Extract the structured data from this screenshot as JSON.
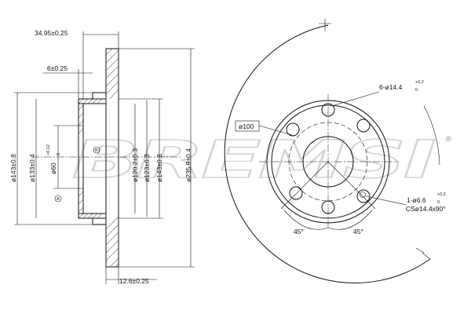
{
  "watermark": {
    "text": "BREMSI",
    "registered_mark": "®"
  },
  "side_view": {
    "overall_depth": "34.95±0.25",
    "hat_thickness": "6±0.25",
    "disc_thickness": "12.6±0.25",
    "diameters": {
      "outer_left": "ø143±0.8",
      "inner_133": "ø133±0.4",
      "center_bore": "ø60",
      "center_bore_tol_upper": "+0.12",
      "center_bore_tol_lower": "0",
      "hub_120": "ø120.2±0.3",
      "ring_123": "ø123±0.3",
      "hat_143": "ø143±0.8",
      "outer": "ø235.9±0.4"
    },
    "datum_a": "A",
    "datum_b": "B"
  },
  "front_view": {
    "pcd_label": "ø100",
    "holes_label": "6-ø14.4",
    "holes_tol_upper": "+0.2",
    "holes_tol_lower": "0",
    "locator_label": "1-ø6.6",
    "locator_tol_upper": "+0.2",
    "locator_tol_lower": "0",
    "countersink_label": "CSø14.4x90°",
    "angle_left": "45°",
    "angle_right": "45°"
  }
}
